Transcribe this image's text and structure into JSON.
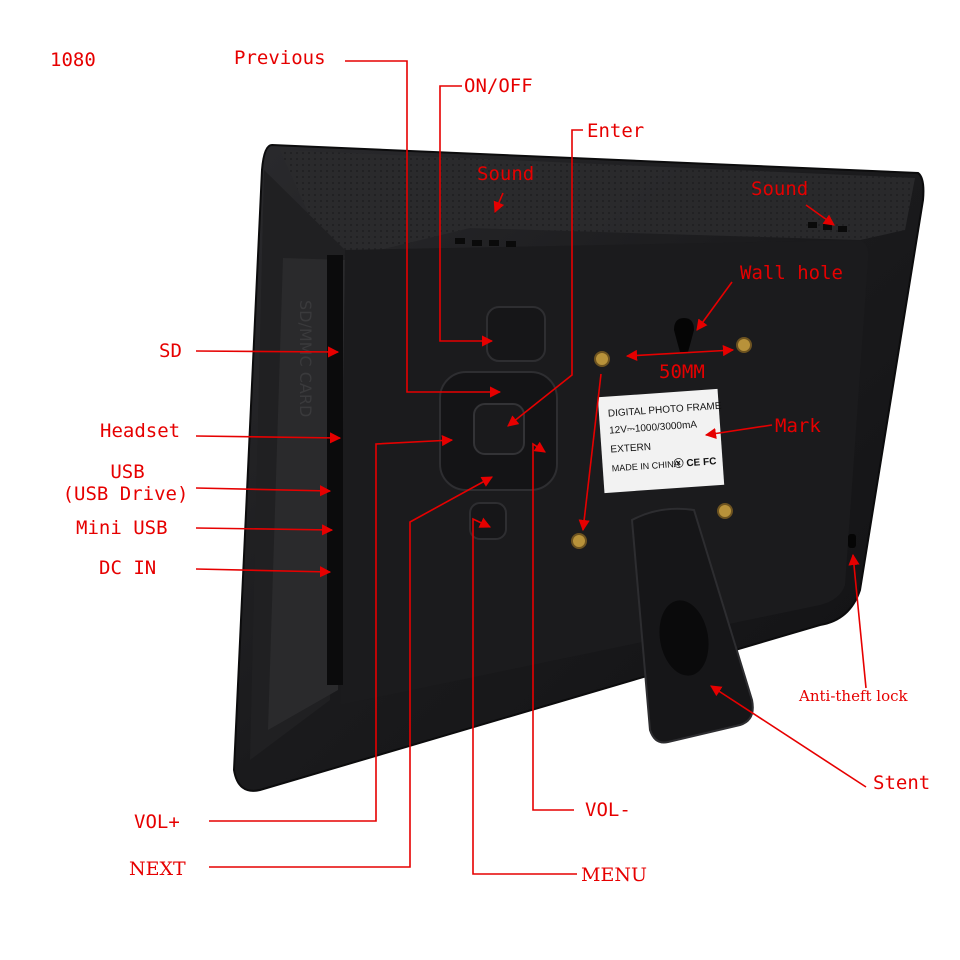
{
  "labels": {
    "resolution": "1080",
    "previous": "Previous",
    "on_off": "ON/OFF",
    "enter": "Enter",
    "sound_left": "Sound",
    "sound_right": "Sound",
    "wall_hole": "Wall hole",
    "spacing": "50MM",
    "mark": "Mark",
    "sd": "SD",
    "headset": "Headset",
    "usb": "USB",
    "usb_drive": "(USB Drive)",
    "mini_usb": "Mini USB",
    "dc_in": "DC IN",
    "anti_theft": "Anti-theft lock",
    "stent": "Stent",
    "vol_plus": "VOL+",
    "vol_minus": "VOL-",
    "next": "NEXT",
    "menu": "MENU"
  },
  "rating_sticker": {
    "line1": "DIGITAL PHOTO FRAME",
    "line2": "12V⎓1000/3000mA",
    "line3": "EXTERN",
    "line4": "MADE IN CHINA",
    "marks": "ⓧ CE FC"
  },
  "side_panel_text": "SD/MMC CARD",
  "colors": {
    "annotation": "#e60000",
    "body": "#1c1c1e",
    "body_edge": "#2c2c2e",
    "sticker": "#f2f2f2",
    "brass": "#b8923a"
  }
}
